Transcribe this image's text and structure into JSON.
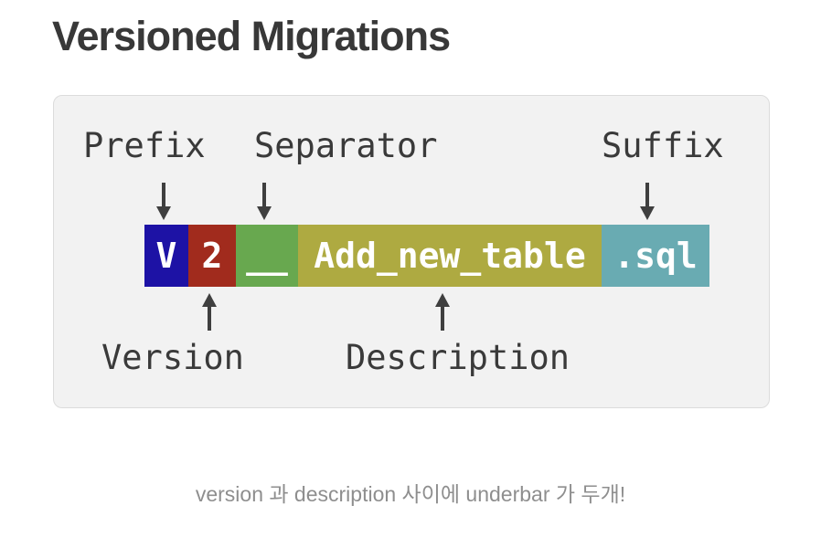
{
  "title": "Versioned Migrations",
  "diagram": {
    "top_labels": {
      "prefix": "Prefix",
      "separator": "Separator",
      "suffix": "Suffix"
    },
    "bottom_labels": {
      "version": "Version",
      "description": "Description"
    },
    "filename_segments": [
      {
        "part": "prefix",
        "text": "V",
        "color": "#1d12a5"
      },
      {
        "part": "version",
        "text": "2",
        "color": "#a12b1d"
      },
      {
        "part": "separator",
        "text": "__",
        "color": "#68a84f"
      },
      {
        "part": "description",
        "text": "Add_new_table",
        "color": "#aeaa41"
      },
      {
        "part": "suffix",
        "text": ".sql",
        "color": "#69abb2"
      }
    ],
    "arrow_color": "#3f3f3f"
  },
  "caption": "version 과 description 사이에 underbar 가 두개!"
}
